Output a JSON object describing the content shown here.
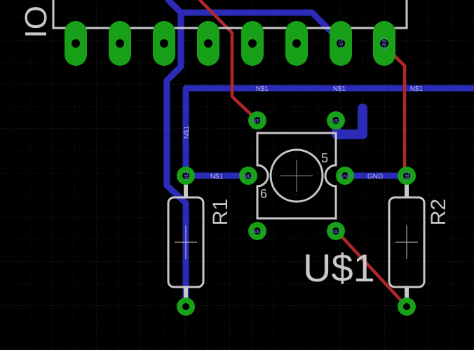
{
  "canvas": {
    "background": "#000000",
    "grid_color": "#3a3a3a"
  },
  "colors": {
    "top_trace": "#b0282a",
    "bottom_trace": "#2b2bb8",
    "pad": "#18a018",
    "silkscreen": "#c8c8c8",
    "net_label": "#b8b8e8",
    "pad_label": "#7878ff"
  },
  "header": {
    "part_name": "IO",
    "pin_labels": [
      "+5V",
      "GND"
    ]
  },
  "switch": {
    "name": "U$1",
    "pin_numbers": [
      "5",
      "6"
    ],
    "pad_labels": [
      "N$1",
      "N$2",
      "N$1",
      "GND",
      "N$3",
      "N$1"
    ]
  },
  "resistors": {
    "r1": {
      "name": "R1",
      "pad_label": "N$1"
    },
    "r2": {
      "name": "R2",
      "pad_label": "N$1"
    }
  },
  "net_labels": {
    "n1": "N$1",
    "n2": "N$1",
    "n3": "N$1",
    "n4": "N$1",
    "n5": "N$1",
    "gnd": "GND"
  },
  "icons": {
    "pad": "plated-through-hole-pad",
    "crosshair": "origin-crosshair"
  }
}
